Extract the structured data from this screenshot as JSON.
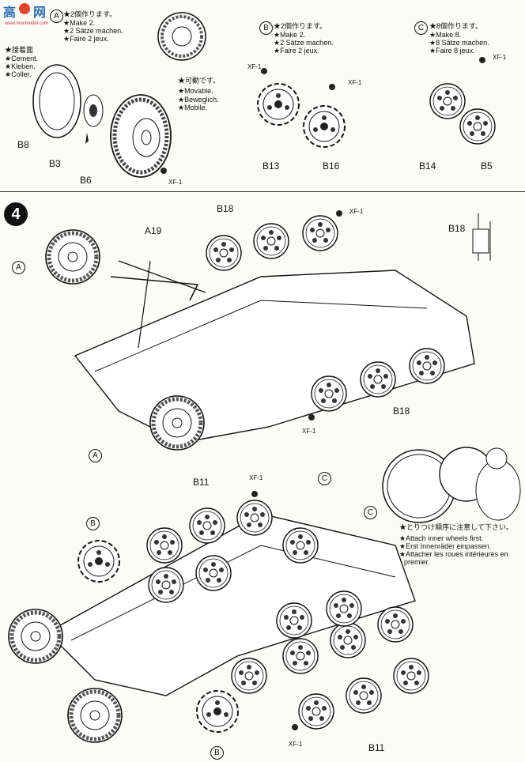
{
  "watermark": {
    "mark": "高",
    "mark2": "网",
    "url": "www.moxmodel.com"
  },
  "top": {
    "A": {
      "marker": "A",
      "lines": [
        "★2個作ります。",
        "★Make 2.",
        "★2 Sätze machen.",
        "★Faire 2 jeux."
      ]
    },
    "cement": {
      "lines": [
        "★接着面",
        "★Cement.",
        "★Kleben.",
        "★Coller."
      ]
    },
    "movable": {
      "lines": [
        "★可動です。",
        "★Movable.",
        "★Beweglich.",
        "★Mobile."
      ]
    },
    "B": {
      "marker": "B",
      "lines": [
        "★2個作ります。",
        "★Make 2.",
        "★2 Sätze machen.",
        "★Faire 2 jeux."
      ]
    },
    "C": {
      "marker": "C",
      "lines": [
        "★8個作ります。",
        "★Make 8.",
        "★8 Sätze machen.",
        "★Faire 8 jeux."
      ]
    },
    "parts": {
      "b8": "B8",
      "b3": "B3",
      "b6": "B6",
      "b13": "B13",
      "b16": "B16",
      "b14": "B14",
      "b5": "B5"
    },
    "paint": {
      "xf_a": "XF-1",
      "xf_b1": "XF-1",
      "xf_b2": "XF-1",
      "xf_c": "XF-1"
    }
  },
  "step": {
    "number": "4",
    "parts": {
      "b18_top": "B18",
      "a19": "A19",
      "b18_inset": "B18",
      "b18_bottom": "B18",
      "b11_top": "B11",
      "b11_bottom": "B11"
    },
    "markers": {
      "a_left": "A",
      "a_bottom": "A",
      "b_left": "B",
      "b_bottom": "B",
      "c_top": "C",
      "c_mid": "C"
    },
    "paint": {
      "xf_top": "XF-1",
      "xf_mid": "XF-1",
      "xf_b11": "XF-1",
      "xf_bottom": "XF-1"
    },
    "note": {
      "lines": [
        "★とりつけ順序に注意して下さい。",
        "★Attach inner wheels first.",
        "★Erst Innenräder einpassen.",
        "★Attacher les roues intérieures en",
        "premier."
      ]
    }
  }
}
